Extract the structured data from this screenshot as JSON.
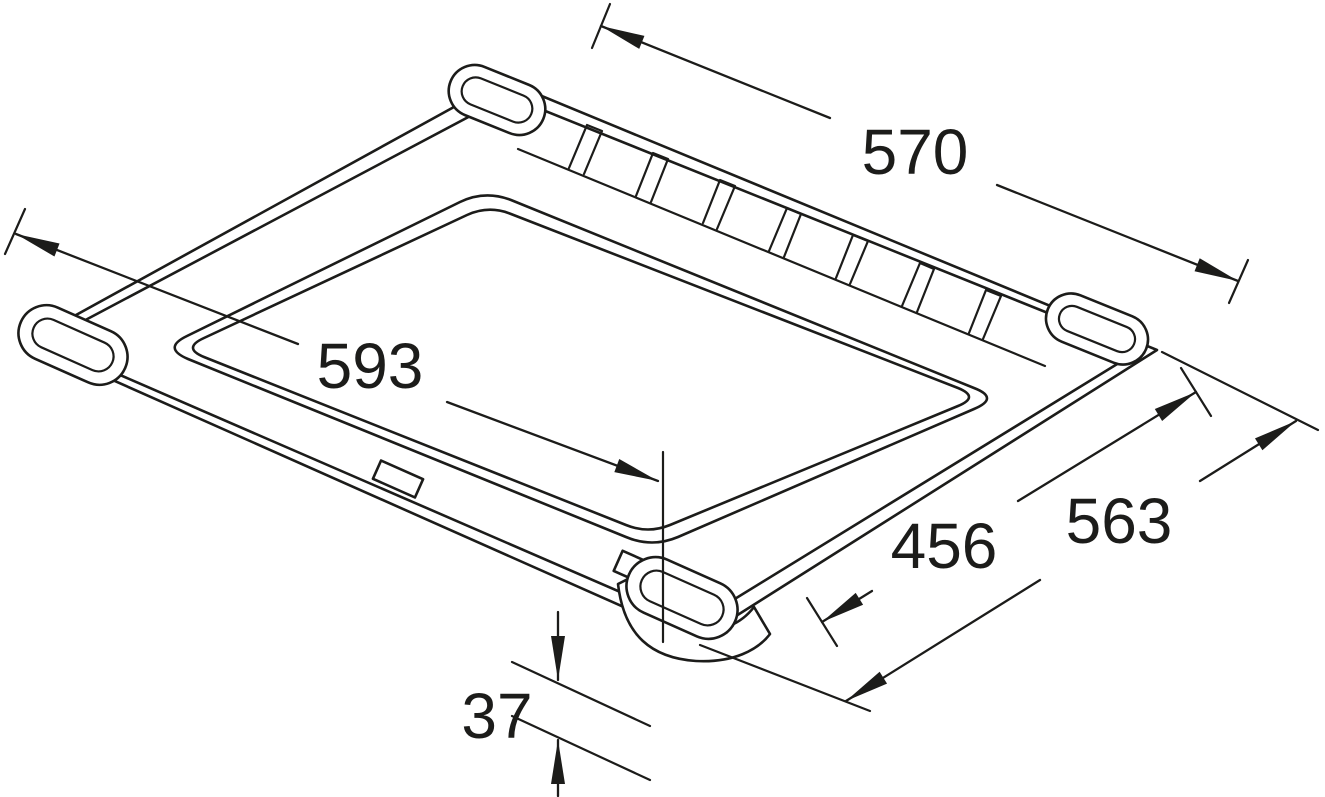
{
  "colors": {
    "background": "#ffffff",
    "line": "#1c1c1a"
  },
  "drawing": {
    "kind": "technical-dimension-drawing",
    "dims": {
      "top_edge": "570",
      "depth_center": "593",
      "inner_front": "456",
      "outer_front": "563",
      "height": "37"
    }
  }
}
